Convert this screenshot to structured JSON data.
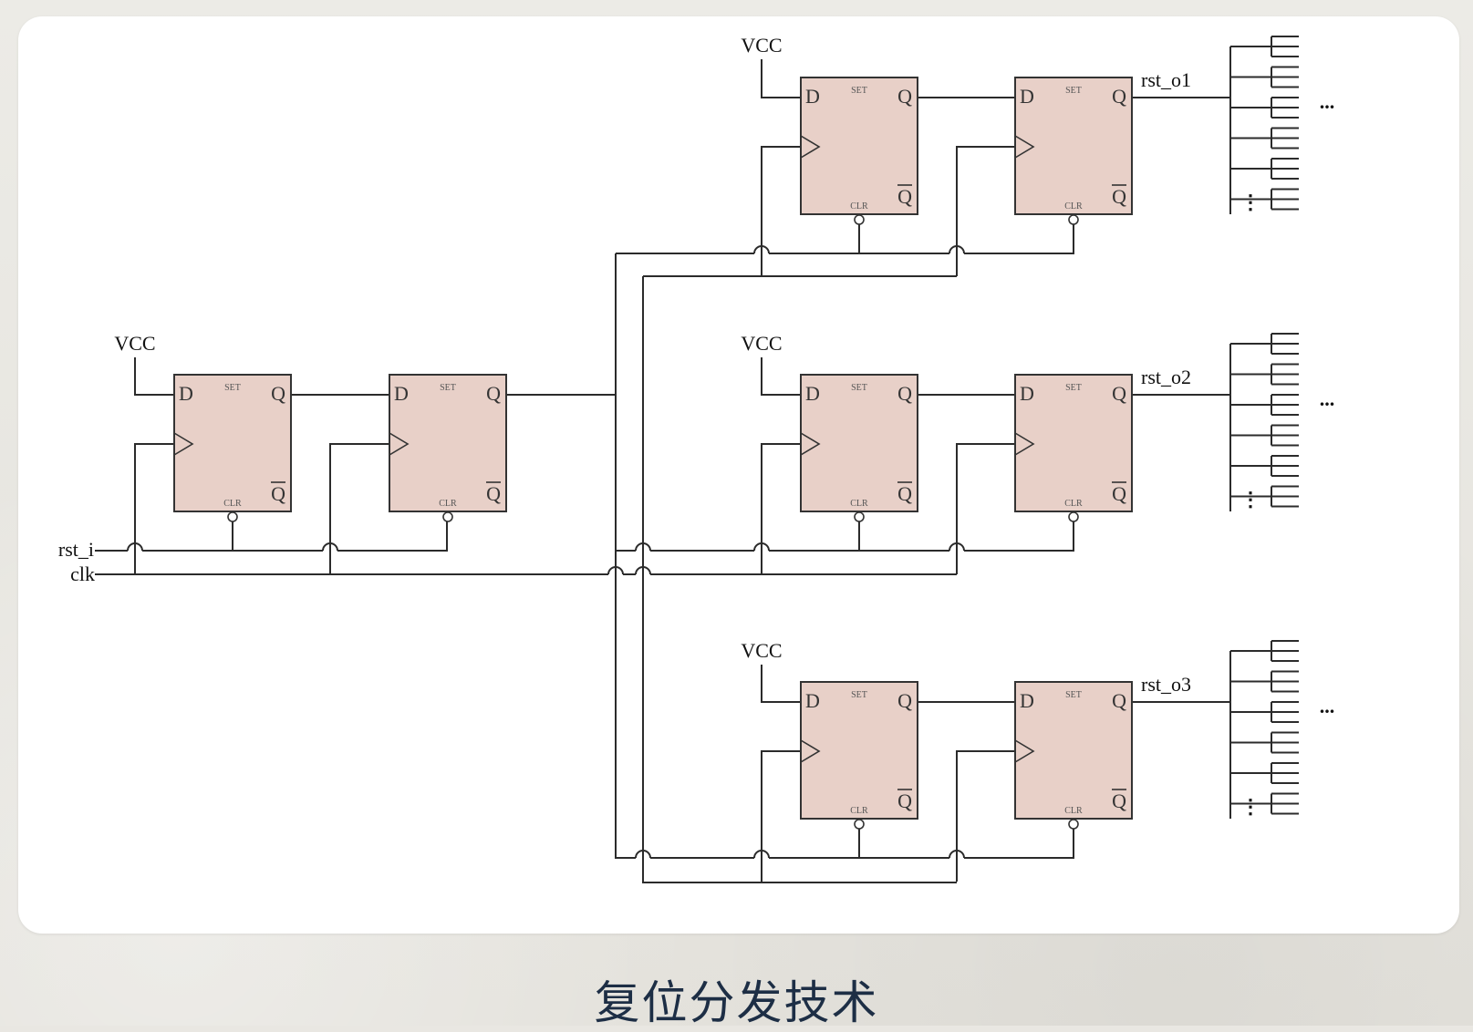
{
  "title": "复位分发技术",
  "pins": {
    "d": "D",
    "q": "Q",
    "qbar": "Q",
    "set": "SET",
    "clr": "CLR"
  },
  "labels": {
    "vcc": "VCC",
    "rst_in": "rst_i",
    "clk": "clk",
    "outputs": [
      "rst_o1",
      "rst_o2",
      "rst_o3"
    ],
    "ellipsis": "...",
    "vertical_ellipsis": "⋮"
  },
  "colors": {
    "ff_fill": "#e8d0c8",
    "wire": "#2b2b2b",
    "caption": "#1d2e45",
    "card": "#ffffff"
  }
}
